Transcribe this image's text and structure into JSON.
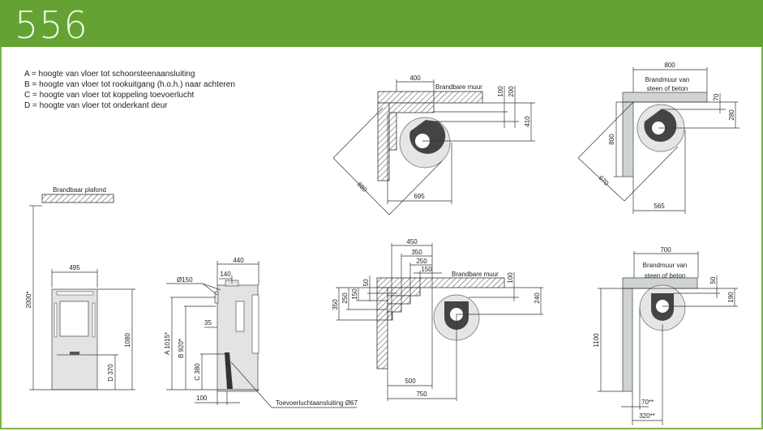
{
  "header": {
    "title": "556",
    "color": "#64a234"
  },
  "legend": [
    "A = hoogte van vloer tot schoorsteenaansluiting",
    "B = hoogte van vloer tot rookuitgang (h.o.h.) naar achteren",
    "C = hoogte van vloer tot koppeling toevoerlucht",
    "D = hoogte van vloer tot onderkant deur"
  ],
  "front_view": {
    "ceiling_label": "Brandbaar plafond",
    "height_ceiling": "2000*",
    "width": "495",
    "height": "1080",
    "door": "D 370"
  },
  "side_view": {
    "depth": "440",
    "flue_offset": "140",
    "flue_diameter": "Ø150",
    "a": "A 1015*",
    "b": "B 920*",
    "c": "C 380",
    "offset_35": "35",
    "offset_100": "100",
    "air_inlet": "Toevoerluchtaansluiting Ø67"
  },
  "corner_combustible": {
    "wall_label": "Brandbare muur",
    "d400": "400",
    "d100": "100",
    "d200": "200",
    "d410": "410",
    "d880": "880",
    "d695": "695"
  },
  "corner_firewall": {
    "wall_label_1": "Brandmuur van",
    "wall_label_2": "steen of beton",
    "d800_top": "800",
    "d70": "70",
    "d280": "280",
    "d800_side": "800",
    "d670": "670",
    "d565": "565"
  },
  "rear_combustible": {
    "wall_label": "Brandbare muur",
    "d450": "450",
    "d350": "350",
    "d250": "250",
    "d150": "150",
    "v50": "50",
    "v150": "150",
    "v250": "250",
    "v350": "350",
    "d100": "100",
    "d240": "240",
    "d500": "500",
    "d750": "750"
  },
  "rear_firewall": {
    "wall_label_1": "Brandmuur van",
    "wall_label_2": "steen of beton",
    "d700": "700",
    "d50": "50",
    "d190": "190",
    "d1100": "1100",
    "d70": "70**",
    "d320": "320**"
  }
}
